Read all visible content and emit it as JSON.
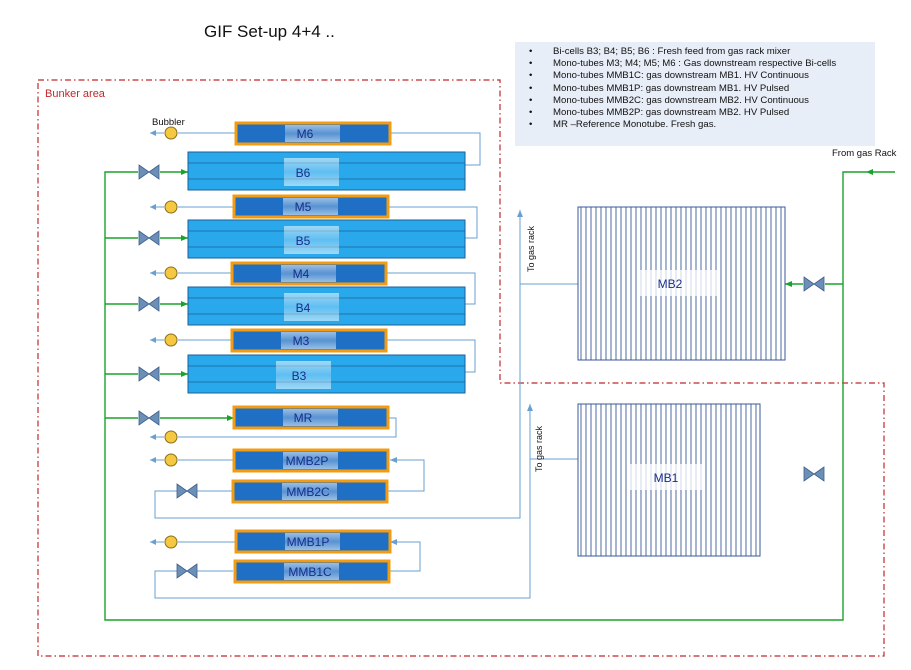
{
  "title": "GIF Set-up 4+4 ..",
  "bunker_label": "Bunker area",
  "bubbler_label": "Bubbler",
  "from_gas_rack": "From gas Rack",
  "to_gas_rack": "To gas rack",
  "notes": [
    "Bi-cells B3; B4; B5; B6 : Fresh feed from gas rack mixer",
    "Mono-tubes M3; M4; M5; M6 : Gas downstream respective Bi-cells",
    "Mono-tubes MMB1C: gas downstream MB1. HV Continuous",
    "Mono-tubes MMB1P: gas downstream MB1. HV Pulsed",
    "Mono-tubes MMB2C: gas downstream MB2. HV Continuous",
    "Mono-tubes MMB2P: gas downstream MB2. HV Pulsed",
    "MR –Reference Monotube. Fresh gas."
  ],
  "monotubes": {
    "m6": "M6",
    "m5": "M5",
    "m4": "M4",
    "m3": "M3",
    "mr": "MR",
    "mmb2p": "MMB2P",
    "mmb2c": "MMB2C",
    "mmb1p": "MMB1P",
    "mmb1c": "MMB1C"
  },
  "bicells": {
    "b6": "B6",
    "b5": "B5",
    "b4": "B4",
    "b3": "B3"
  },
  "chambers": {
    "mb2": "MB2",
    "mb1": "MB1"
  },
  "colors": {
    "green": "#1aa32a",
    "bicell": "#29a9ec",
    "monotube": "#1f6fc4",
    "frame": "#f39c12",
    "pipe": "#6a9fd0",
    "bunker": "#c0282b",
    "bubbler": "#f5c842"
  }
}
